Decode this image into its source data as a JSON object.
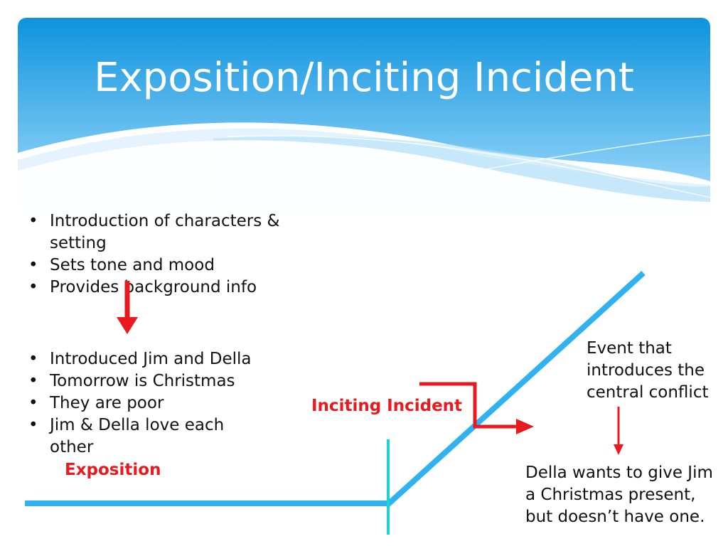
{
  "title": "Exposition/Inciting Incident",
  "exposition_points": [
    "Introduction of characters & setting",
    "Sets tone and mood",
    "Provides background info"
  ],
  "story_points": [
    "Introduced Jim and Della",
    "Tomorrow is Christmas",
    "They are poor",
    "Jim & Della love each other"
  ],
  "labels": {
    "exposition": "Exposition",
    "inciting_incident": "Inciting Incident"
  },
  "notes": {
    "event": "Event that introduces the central conflict",
    "della": "Della wants to give Jim a Christmas present, but doesn’t have one."
  },
  "colors": {
    "plot_line": "#2fb2ef",
    "marker_line": "#1bd3d0",
    "arrow": "#e8191f",
    "header_top": "#0d93de",
    "header_bottom": "#8fd2f7"
  }
}
